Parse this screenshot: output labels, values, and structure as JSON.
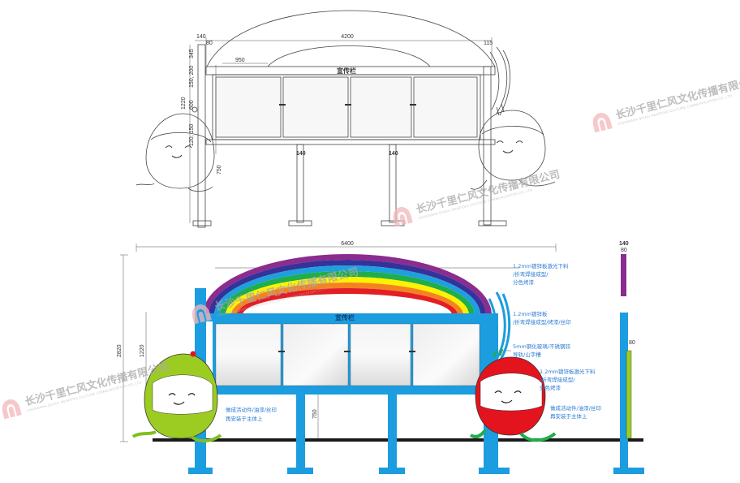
{
  "top_view": {
    "dimensions": {
      "d140": "140",
      "d80": "80",
      "d4200": "4200",
      "d115": "115",
      "d345": "345",
      "d950": "950",
      "d150_200": "150, 200",
      "d1220": "1220",
      "d600": "600",
      "d120_150": "120, 150",
      "d140_left_leg": "140",
      "d140_right_leg": "140",
      "d750": "750"
    },
    "sign_text": "宣传栏"
  },
  "bottom_view": {
    "dimensions": {
      "d6400": "6400",
      "d2820": "2820",
      "d1220": "1220",
      "d750": "750",
      "side_140": "140",
      "side_80": "80",
      "side_80b": "80"
    },
    "sign_text": "宣传栏",
    "annotations": {
      "arch": [
        "1.2mm镀锌板激光下料",
        "/折弯焊接成型/",
        "分色烤漆"
      ],
      "frame": [
        "1.2mm镀锌板",
        "/折弯焊接成型/烤漆/丝印"
      ],
      "glass": [
        "5mm钢化玻璃/不锈钢铰",
        "导轨/山字槽"
      ],
      "right_mascot_body": [
        "1.2mm镀锌板激光下料",
        "/折弯焊接成型/",
        "分色烤漆"
      ],
      "left_mascot": [
        "做成活动件/油漆/丝印",
        "再安装于主体上"
      ],
      "right_mascot": [
        "做成活动件/油漆/丝印",
        "再安装于主体上"
      ]
    }
  },
  "watermark": {
    "company": "长沙千里仁风文化传播有限公司",
    "company_en": "CHANGSHA QIANLI RENFENG CULTURE COMMUNICATION CO.,LTD"
  },
  "colors": {
    "frame_blue": "#1b9de0",
    "rainbow": [
      "#8b2c8f",
      "#35329a",
      "#1fa0de",
      "#1fae4a",
      "#fff200",
      "#f58220",
      "#e31e24"
    ],
    "mascot_green": "#9ccc22",
    "mascot_red": "#e3141e",
    "annotation_blue": "#2a7bd2"
  }
}
